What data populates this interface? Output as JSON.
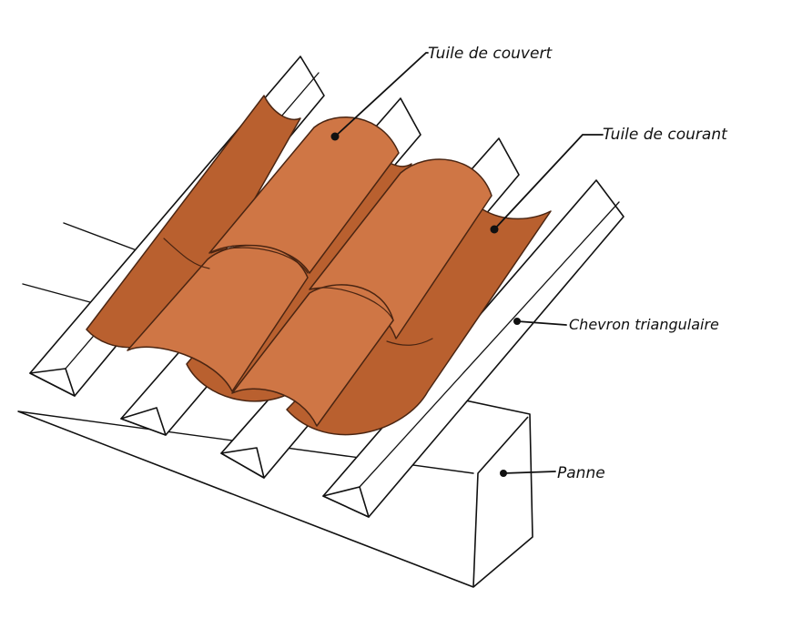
{
  "labels": {
    "tuile_couvert": "Tuile de couvert",
    "tuile_courant": "Tuile de courant",
    "chevron": "Chevron triangulaire",
    "panne": "Panne"
  },
  "colors": {
    "tile": "#cf7645",
    "tile_shadow": "#b9602f",
    "tile_outline": "#4a2512",
    "line": "#111111",
    "background": "#ffffff"
  }
}
